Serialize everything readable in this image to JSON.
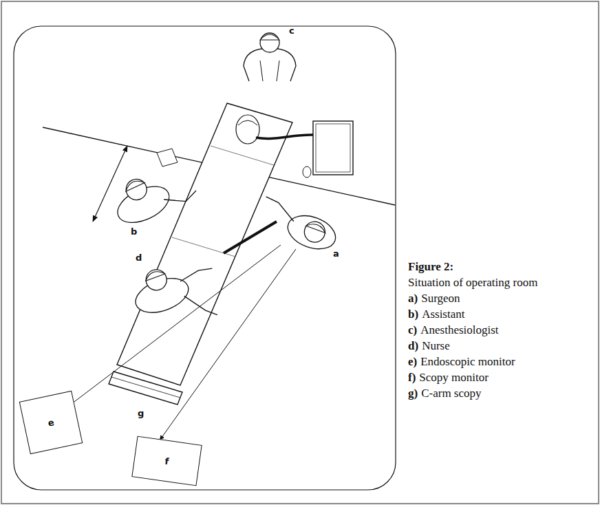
{
  "diagram": {
    "title": "Figure 2:",
    "caption": "Situation of operating room",
    "nodes": [
      {
        "text": [
          "e"
        ]
      },
      {
        "text": [
          "f"
        ]
      }
    ],
    "labels": [
      "c",
      "b",
      "a",
      "d",
      "g",
      "a)",
      "Surgeon",
      "b)",
      "Assistant",
      "c)",
      "Anesthesiologist",
      "d)",
      "Nurse",
      "e)",
      "Endoscopic monitor",
      "f)",
      "Scopy monitor",
      "g)",
      "C-arm scopy"
    ]
  }
}
